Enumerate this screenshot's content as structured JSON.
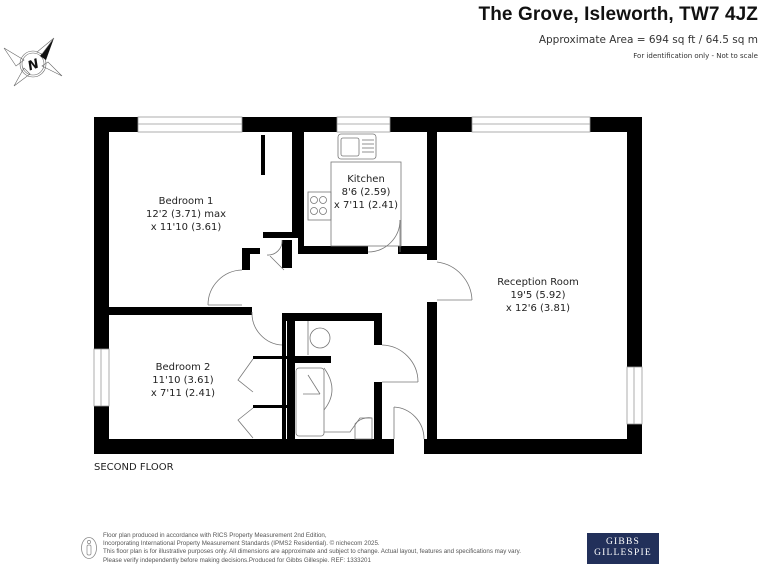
{
  "header": {
    "title": "The Grove, Isleworth, TW7 4JZ",
    "area": "Approximate Area = 694 sq ft / 64.5 sq m",
    "scale_note": "For identification only - Not to scale"
  },
  "compass": {
    "icon": "north-arrow-icon",
    "letter": "N"
  },
  "rooms": [
    {
      "name": "Bedroom 1",
      "dim1": "12'2 (3.71) max",
      "dim2": "x 11'10 (3.61)"
    },
    {
      "name": "Kitchen",
      "dim1": "8'6 (2.59)",
      "dim2": "x 7'11 (2.41)"
    },
    {
      "name": "Reception Room",
      "dim1": "19'5 (5.92)",
      "dim2": "x 12'6 (3.81)"
    },
    {
      "name": "Bedroom 2",
      "dim1": "11'10 (3.61)",
      "dim2": "x 7'11 (2.41)"
    }
  ],
  "floor_label": "SECOND FLOOR",
  "footer": {
    "line1": "Floor plan produced in accordance with RICS Property Measurement 2nd Edition,",
    "line2": "Incorporating International Property Measurement Standards (IPMS2 Residential).   © nichecom 2025.",
    "line3": "This floor plan is for illustrative purposes only. All dimensions are approximate and subject to change. Actual layout, features and specifications may vary.",
    "line4": "Please verify independently before making decisions.Produced for Gibbs Gillespie.   REF:  1333201"
  },
  "brand": {
    "line1": "GIBBS",
    "line2": "GILLESPIE",
    "color": "#22305a"
  }
}
